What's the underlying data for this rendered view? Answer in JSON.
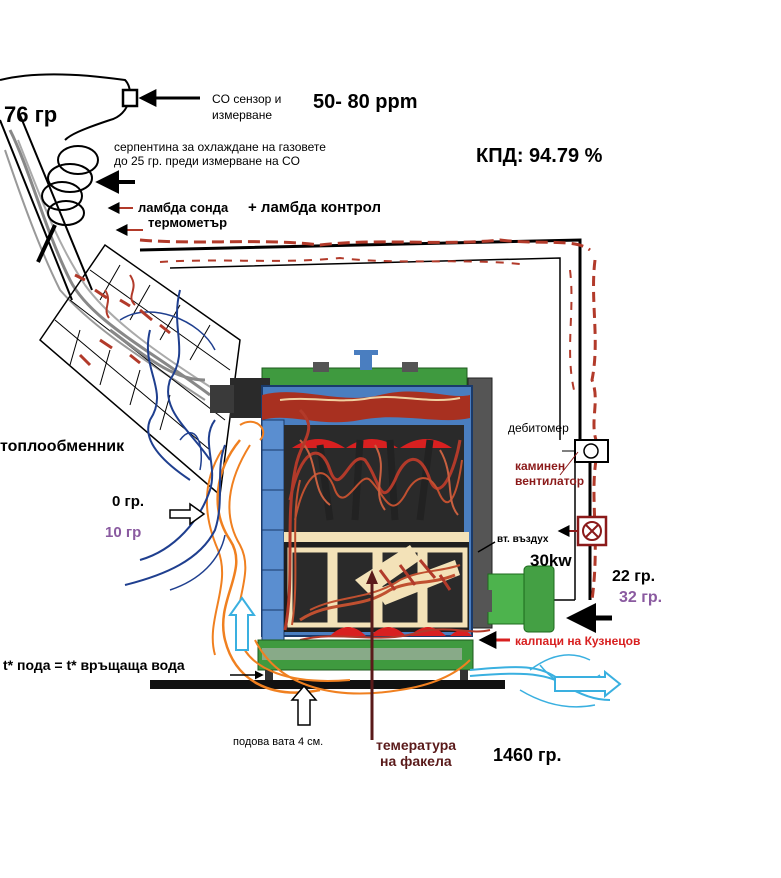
{
  "labels": {
    "temp_top": "76 гр",
    "co_sensor_line1": "CO сензор и",
    "co_sensor_line2": "измерване",
    "ppm": "50- 80 ppm",
    "coil_line1": "серпентина за охлаждане на газовете",
    "coil_line2": "до 25 гр. преди измерване на CO",
    "efficiency": "КПД: 94.79 %",
    "lambda_probe": "ламбда сонда",
    "thermometer": "термометър",
    "lambda_control": "+ ламбда контрол",
    "heat_exchanger": "топлообменник",
    "flow_meter": "дебитомер",
    "fan_line1": "каминен",
    "fan_line2": "вентилатор",
    "secondary_air": "вт. въздух",
    "power": "30kw",
    "temp_in_0": "0 гр.",
    "temp_in_10": "10 гр",
    "temp_22": "22 гр.",
    "temp_32": "32 гр.",
    "kuznetsov_caps": "калпаци на Кузнецов",
    "floor_eq": "t* пода = t* връщаща вода",
    "floor_insulation": "подова вата 4 см.",
    "flame_temp_line1": "темература",
    "flame_temp_line2": "на факела",
    "temp_1460": "1460 гр."
  },
  "colors": {
    "boiler_body": "#4a7ec0",
    "boiler_green": "#3f9a3f",
    "burner_green": "#4db34d",
    "fire_red": "#d82020",
    "smoke_red": "#b23a2a",
    "hot_orange": "#f08020",
    "cold_blue": "#1f3f8f",
    "light_blue": "#3ab0e0",
    "cream": "#f3e2b8",
    "purple_text": "#8a5aa0",
    "dark_red_text": "#8b1a1a"
  },
  "icons": [
    "co-sensor-icon",
    "flow-meter-icon",
    "fan-icon",
    "arrow-icon"
  ]
}
